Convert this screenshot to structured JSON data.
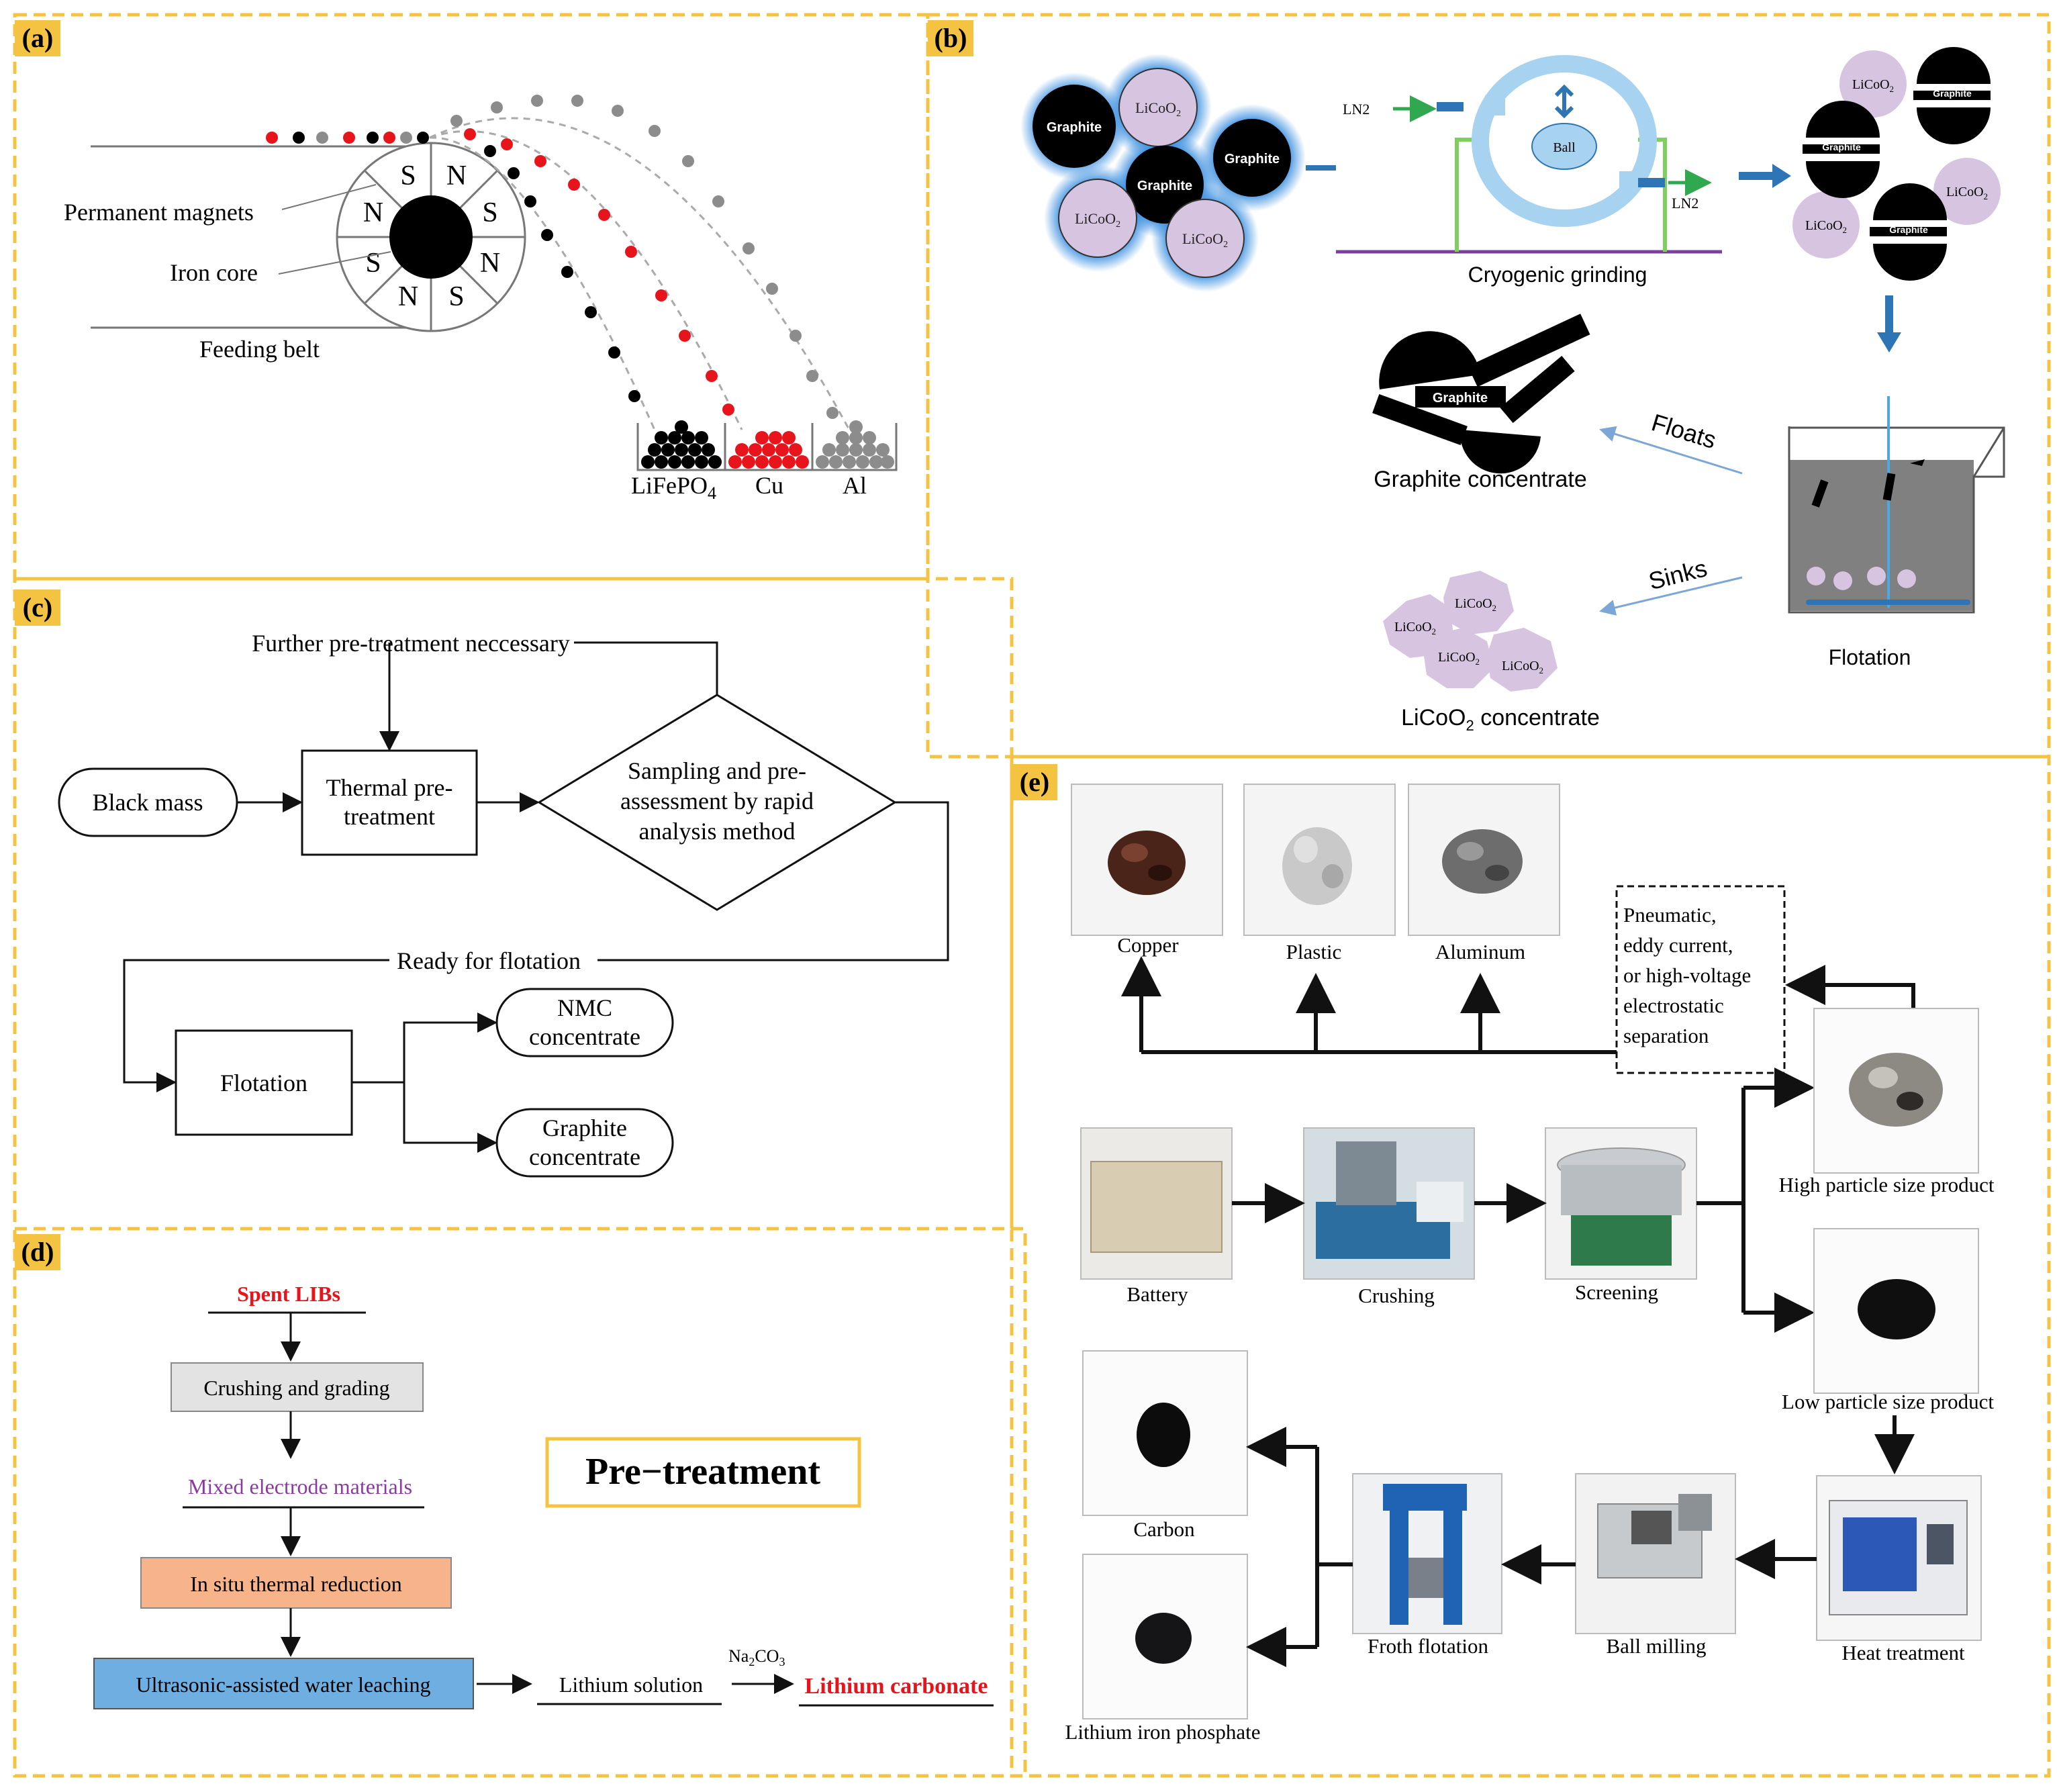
{
  "panel_labels": {
    "a": "(a)",
    "b": "(b)",
    "c": "(c)",
    "d": "(d)",
    "e": "(e)"
  },
  "colors": {
    "frame": "#f7c544",
    "red": "#e8141b",
    "gray": "#8c8c8c",
    "purple": "#8a3aa0",
    "lilac": "#d7c4e0",
    "blue_arrow": "#2e75b6",
    "orange_box": "#f7b48b",
    "blue_box": "#6faee0",
    "gray_box": "#e3e3e3"
  },
  "a": {
    "magnet_poles": [
      "S",
      "N",
      "S",
      "N",
      "S",
      "N",
      "S",
      "N"
    ],
    "permanent_magnets": "Permanent magnets",
    "iron_core": "Iron core",
    "feeding_belt": "Feeding belt",
    "bin_lifepo4": "LiFePO",
    "bin_lifepo4_sub": "4",
    "bin_cu": "Cu",
    "bin_al": "Al"
  },
  "b": {
    "graphite": "Graphite",
    "licoo": "LiCoO",
    "sub2": "2",
    "ln2": "LN2",
    "ball": "Ball",
    "cryogenic_grinding": "Cryogenic grinding",
    "floats": "Floats",
    "sinks": "Sinks",
    "graphite_concentrate": "Graphite concentrate",
    "flotation": "Flotation",
    "licoo_concentrate_pre": "LiCoO",
    "licoo_concentrate_post": " concentrate"
  },
  "c": {
    "further": "Further pre-treatment neccessary",
    "black_mass": "Black mass",
    "thermal_l1": "Thermal pre-",
    "thermal_l2": "treatment",
    "sampling_l1": "Sampling and pre-",
    "sampling_l2": "assessment by rapid",
    "sampling_l3": "analysis method",
    "ready": "Ready for flotation",
    "flotation": "Flotation",
    "nmc_l1": "NMC",
    "nmc_l2": "concentrate",
    "graphite_l1": "Graphite",
    "graphite_l2": "concentrate"
  },
  "d": {
    "spent": "Spent LIBs",
    "crushing": "Crushing and grading",
    "mixed": "Mixed electrode materials",
    "insitu": "In situ thermal reduction",
    "ultrasonic": "Ultrasonic-assisted water leaching",
    "lithium_solution": "Lithium solution",
    "na2co3_pre": "Na",
    "na2co3_sub1": "2",
    "na2co3_mid": "CO",
    "na2co3_sub2": "3",
    "lithium_carbonate": "Lithium carbonate",
    "pretreatment": "Pre−treatment"
  },
  "e": {
    "copper": "Copper",
    "plastic": "Plastic",
    "aluminum": "Aluminum",
    "pneumatic_l1": "Pneumatic,",
    "pneumatic_l2": "eddy current,",
    "pneumatic_l3": "or high-voltage",
    "pneumatic_l4": "electrostatic",
    "pneumatic_l5": "separation",
    "battery": "Battery",
    "crushing": "Crushing",
    "screening": "Screening",
    "high": "High particle size product",
    "low": "Low particle size product",
    "carbon": "Carbon",
    "froth": "Froth flotation",
    "ball_milling": "Ball milling",
    "heat": "Heat treatment",
    "lfp": "Lithium iron phosphate"
  }
}
